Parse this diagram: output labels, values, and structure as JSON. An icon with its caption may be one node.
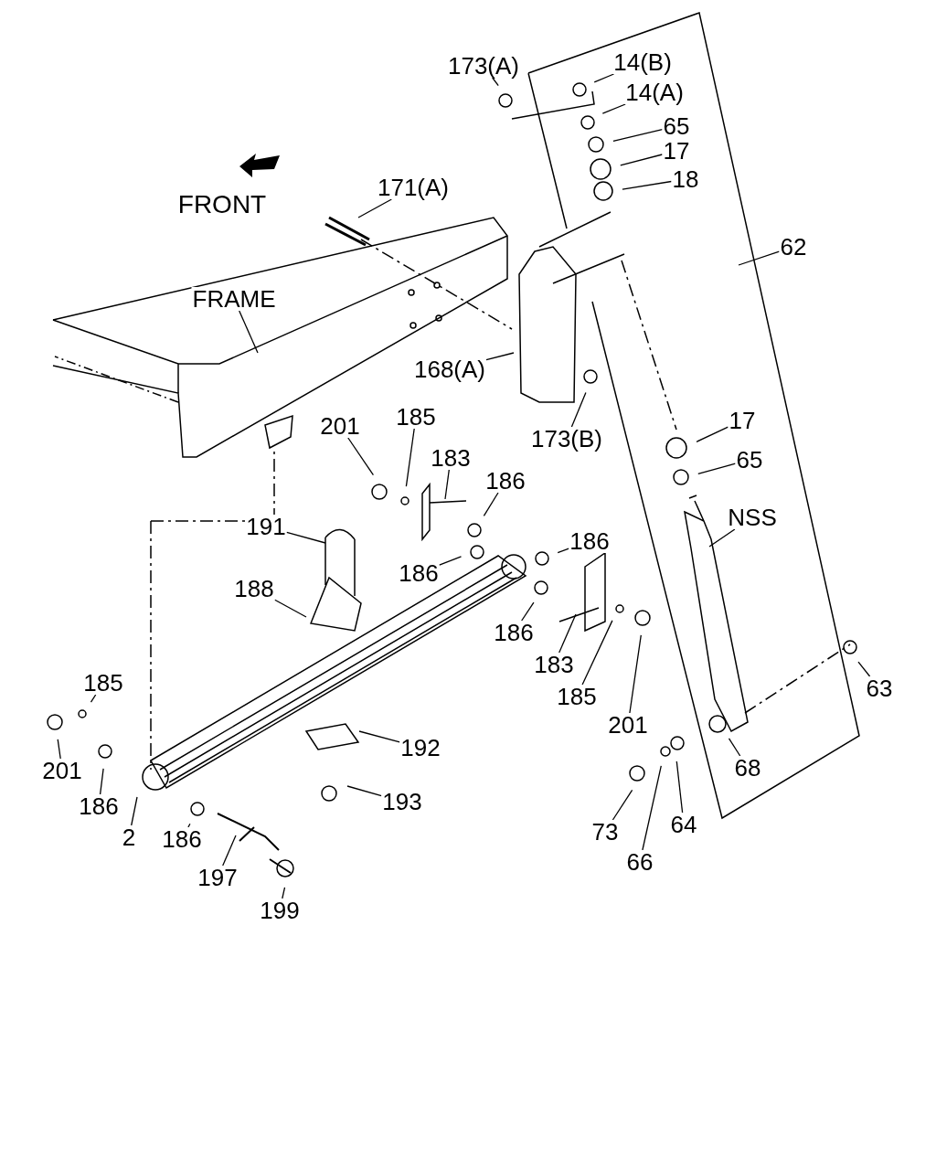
{
  "diagram": {
    "nodes": [
      {
        "text": [
          "173(A)"
        ]
      },
      {
        "text": [
          "14(B)"
        ]
      },
      {
        "text": [
          "14(A)"
        ]
      },
      {
        "text": [
          "65"
        ]
      },
      {
        "text": [
          "17"
        ]
      },
      {
        "text": [
          "18"
        ]
      },
      {
        "text": [
          "171(A)"
        ]
      },
      {
        "text": [
          "FRAME"
        ]
      },
      {
        "text": [
          "62"
        ]
      },
      {
        "text": [
          "168(A)"
        ]
      },
      {
        "text": [
          "173(B)"
        ]
      },
      {
        "text": [
          "17"
        ]
      },
      {
        "text": [
          "65"
        ]
      },
      {
        "text": [
          "201"
        ]
      },
      {
        "text": [
          "185"
        ]
      },
      {
        "text": [
          "183"
        ]
      },
      {
        "text": [
          "186"
        ]
      },
      {
        "text": [
          "NSS"
        ]
      },
      {
        "text": [
          "191"
        ]
      },
      {
        "text": [
          "186"
        ]
      },
      {
        "text": [
          "188"
        ]
      },
      {
        "text": [
          "186"
        ]
      },
      {
        "text": [
          "186"
        ]
      },
      {
        "text": [
          "183"
        ]
      },
      {
        "text": [
          "185"
        ]
      },
      {
        "text": [
          "201"
        ]
      },
      {
        "text": [
          "185"
        ]
      },
      {
        "text": [
          "201"
        ]
      },
      {
        "text": [
          "186"
        ]
      },
      {
        "text": [
          "2"
        ]
      },
      {
        "text": [
          "186"
        ]
      },
      {
        "text": [
          "197"
        ]
      },
      {
        "text": [
          "199"
        ]
      },
      {
        "text": [
          "192"
        ]
      },
      {
        "text": [
          "193"
        ]
      },
      {
        "text": [
          "63"
        ]
      },
      {
        "text": [
          "68"
        ]
      },
      {
        "text": [
          "73"
        ]
      },
      {
        "text": [
          "66"
        ]
      },
      {
        "text": [
          "64"
        ]
      }
    ],
    "edges": [
      {
        "from": 0,
        "to": null,
        "arrow": "none"
      },
      {
        "from": 1,
        "to": null,
        "arrow": "none"
      },
      {
        "from": 2,
        "to": null,
        "arrow": "none"
      },
      {
        "from": 3,
        "to": null,
        "arrow": "none"
      },
      {
        "from": 4,
        "to": null,
        "arrow": "none"
      },
      {
        "from": 5,
        "to": null,
        "arrow": "none"
      },
      {
        "from": 6,
        "to": null,
        "arrow": "none"
      },
      {
        "from": 7,
        "to": null,
        "arrow": "none"
      },
      {
        "from": 8,
        "to": null,
        "arrow": "none"
      },
      {
        "from": 9,
        "to": null,
        "arrow": "none"
      },
      {
        "from": 10,
        "to": null,
        "arrow": "none"
      },
      {
        "from": 11,
        "to": null,
        "arrow": "none"
      },
      {
        "from": 12,
        "to": null,
        "arrow": "none"
      },
      {
        "from": 13,
        "to": null,
        "arrow": "none"
      },
      {
        "from": 14,
        "to": null,
        "arrow": "none"
      },
      {
        "from": 15,
        "to": null,
        "arrow": "none"
      },
      {
        "from": 16,
        "to": null,
        "arrow": "none"
      },
      {
        "from": 17,
        "to": null,
        "arrow": "none"
      },
      {
        "from": 18,
        "to": null,
        "arrow": "none"
      },
      {
        "from": 19,
        "to": null,
        "arrow": "none"
      },
      {
        "from": 20,
        "to": null,
        "arrow": "none"
      },
      {
        "from": 21,
        "to": null,
        "arrow": "none"
      },
      {
        "from": 22,
        "to": null,
        "arrow": "none"
      },
      {
        "from": 23,
        "to": null,
        "arrow": "none"
      },
      {
        "from": 24,
        "to": null,
        "arrow": "none"
      },
      {
        "from": 25,
        "to": null,
        "arrow": "none"
      },
      {
        "from": 26,
        "to": null,
        "arrow": "none"
      },
      {
        "from": 27,
        "to": null,
        "arrow": "none"
      },
      {
        "from": 28,
        "to": null,
        "arrow": "none"
      },
      {
        "from": 29,
        "to": null,
        "arrow": "none"
      },
      {
        "from": 30,
        "to": null,
        "arrow": "none"
      },
      {
        "from": 31,
        "to": null,
        "arrow": "none"
      },
      {
        "from": 32,
        "to": null,
        "arrow": "none"
      },
      {
        "from": 33,
        "to": null,
        "arrow": "none"
      },
      {
        "from": 34,
        "to": null,
        "arrow": "none"
      },
      {
        "from": 35,
        "to": null,
        "arrow": "none"
      },
      {
        "from": 36,
        "to": null,
        "arrow": "none"
      },
      {
        "from": 37,
        "to": null,
        "arrow": "none"
      },
      {
        "from": 38,
        "to": null,
        "arrow": "none"
      },
      {
        "from": 39,
        "to": null,
        "arrow": "none"
      }
    ],
    "labels": [
      "FRONT"
    ]
  }
}
